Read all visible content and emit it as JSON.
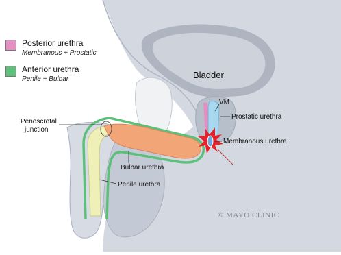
{
  "legend": {
    "items": [
      {
        "title": "Posterior urethra",
        "subtitle": "Membranous + Prostatic",
        "color": "#e58fc0"
      },
      {
        "title": "Anterior urethra",
        "subtitle": "Penile + Bulbar",
        "color": "#5cc07a"
      }
    ]
  },
  "labels": {
    "bladder": "Bladder",
    "vm": "VM",
    "prostatic_urethra": "Prostatic urethra",
    "membranous_urethra": "Membranous urethra",
    "penoscrotal_line1": "Penoscrotal",
    "penoscrotal_line2": "junction",
    "bulbar_urethra": "Bulbar urethra",
    "penile_urethra": "Penile urethra"
  },
  "credit": "© MAYO CLINIC",
  "colors": {
    "tissue": "#cdd3dd",
    "tissue_dark": "#b9c0cc",
    "bulbar": "#f2a577",
    "penile": "#eef0b8",
    "anterior": "#5cc07a",
    "posterior": "#e58fc0",
    "vm": "#a8d8ef",
    "injury": "#e8202a"
  }
}
